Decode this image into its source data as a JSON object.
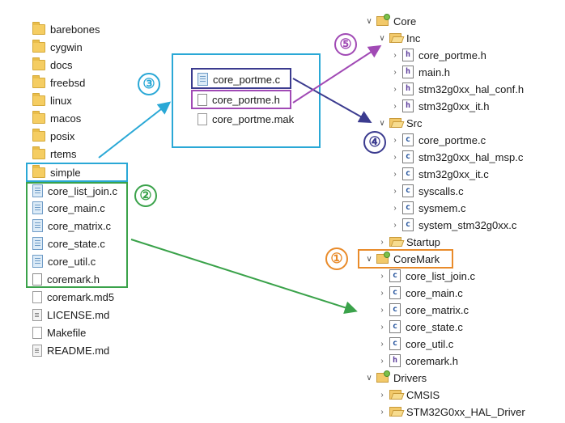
{
  "colors": {
    "cyan": "#2aa8d6",
    "green": "#3aa24a",
    "navy": "#3b3b8f",
    "purple": "#a14ab5",
    "orange": "#e98b2a"
  },
  "left_tree": {
    "items": [
      {
        "label": "barebones",
        "icon": "folder-icon"
      },
      {
        "label": "cygwin",
        "icon": "folder-icon"
      },
      {
        "label": "docs",
        "icon": "folder-icon"
      },
      {
        "label": "freebsd",
        "icon": "folder-icon"
      },
      {
        "label": "linux",
        "icon": "folder-icon"
      },
      {
        "label": "macos",
        "icon": "folder-icon"
      },
      {
        "label": "posix",
        "icon": "folder-icon"
      },
      {
        "label": "rtems",
        "icon": "folder-icon"
      },
      {
        "label": "simple",
        "icon": "folder-icon"
      },
      {
        "label": "core_list_join.c",
        "icon": "c-file-icon"
      },
      {
        "label": "core_main.c",
        "icon": "c-file-icon"
      },
      {
        "label": "core_matrix.c",
        "icon": "c-file-icon"
      },
      {
        "label": "core_state.c",
        "icon": "c-file-icon"
      },
      {
        "label": "core_util.c",
        "icon": "c-file-icon"
      },
      {
        "label": "coremark.h",
        "icon": "h-file-icon"
      },
      {
        "label": "coremark.md5",
        "icon": "plain-file-icon"
      },
      {
        "label": "LICENSE.md",
        "icon": "md-file-icon"
      },
      {
        "label": "Makefile",
        "icon": "plain-file-icon"
      },
      {
        "label": "README.md",
        "icon": "md-file-icon"
      }
    ]
  },
  "middle_box": {
    "items": [
      {
        "label": "core_portme.c",
        "icon": "c-file-icon"
      },
      {
        "label": "core_portme.h",
        "icon": "h-file-icon"
      },
      {
        "label": "core_portme.mak",
        "icon": "plain-file-icon"
      }
    ]
  },
  "right_tree": {
    "items": [
      {
        "label": "Core",
        "icon": "project-folder-icon",
        "arrow": "v"
      },
      {
        "label": "Inc",
        "icon": "open-folder-icon",
        "arrow": "v"
      },
      {
        "label": "core_portme.h",
        "icon": "h-source-icon",
        "arrow": ">"
      },
      {
        "label": "main.h",
        "icon": "h-source-icon",
        "arrow": ">"
      },
      {
        "label": "stm32g0xx_hal_conf.h",
        "icon": "h-source-icon",
        "arrow": ">"
      },
      {
        "label": "stm32g0xx_it.h",
        "icon": "h-source-icon",
        "arrow": ">"
      },
      {
        "label": "Src",
        "icon": "open-folder-icon",
        "arrow": "v"
      },
      {
        "label": "core_portme.c",
        "icon": "c-source-icon",
        "arrow": ">"
      },
      {
        "label": "stm32g0xx_hal_msp.c",
        "icon": "c-source-icon",
        "arrow": ">"
      },
      {
        "label": "stm32g0xx_it.c",
        "icon": "c-source-icon",
        "arrow": ">"
      },
      {
        "label": "syscalls.c",
        "icon": "c-source-icon",
        "arrow": ">"
      },
      {
        "label": "sysmem.c",
        "icon": "c-source-icon",
        "arrow": ">"
      },
      {
        "label": "system_stm32g0xx.c",
        "icon": "c-source-icon",
        "arrow": ">"
      },
      {
        "label": "Startup",
        "icon": "open-folder-icon",
        "arrow": ">"
      },
      {
        "label": "CoreMark",
        "icon": "project-folder-icon",
        "arrow": "v"
      },
      {
        "label": "core_list_join.c",
        "icon": "c-source-icon",
        "arrow": ">"
      },
      {
        "label": "core_main.c",
        "icon": "c-source-icon",
        "arrow": ">"
      },
      {
        "label": "core_matrix.c",
        "icon": "c-source-icon",
        "arrow": ">"
      },
      {
        "label": "core_state.c",
        "icon": "c-source-icon",
        "arrow": ">"
      },
      {
        "label": "core_util.c",
        "icon": "c-source-icon",
        "arrow": ">"
      },
      {
        "label": "coremark.h",
        "icon": "h-source-icon",
        "arrow": ">"
      },
      {
        "label": "Drivers",
        "icon": "project-folder-icon",
        "arrow": "v"
      },
      {
        "label": "CMSIS",
        "icon": "open-folder-icon",
        "arrow": ">"
      },
      {
        "label": "STM32G0xx_HAL_Driver",
        "icon": "open-folder-icon",
        "arrow": ">"
      }
    ]
  },
  "badges": {
    "one": "①",
    "two": "②",
    "three": "③",
    "four": "④",
    "five": "⑤"
  }
}
